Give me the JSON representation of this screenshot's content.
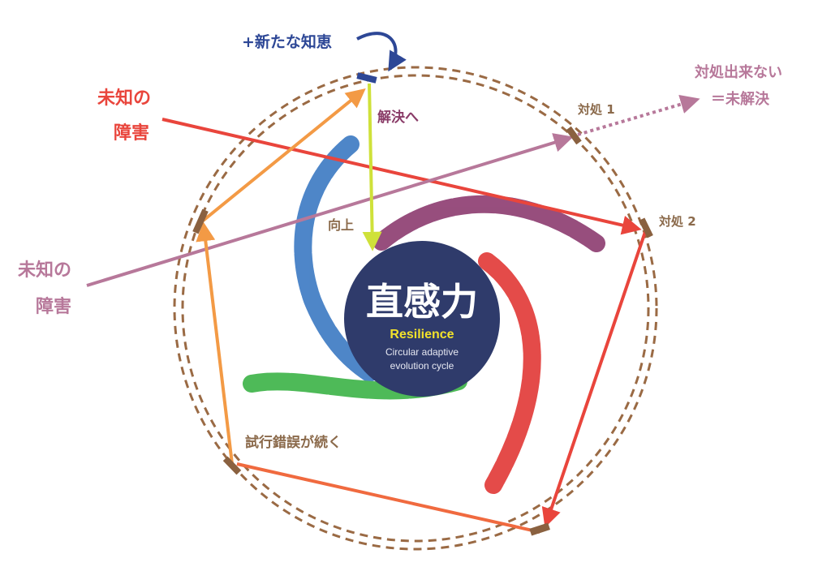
{
  "colors": {
    "ring": "#9a6a44",
    "center": "#2f3b6b",
    "center_text": "#ffffff",
    "resilience": "#f2e22b",
    "sub_text": "#e6e8f2",
    "red": "#e9453c",
    "pink": "#b7789a",
    "orange": "#f39a45",
    "lime": "#cfe13a",
    "navy": "#2d4796",
    "plum": "#8a3c68",
    "brown": "#8b6a4b",
    "blue_swirl": "#3f7cc4",
    "purple_swirl": "#8f3f73",
    "red_swirl": "#e23c3a",
    "green_swirl": "#3fb54a",
    "marker": "#8a6140"
  },
  "labels": {
    "new_knowledge": "+新たな知恵",
    "unknown_red_1": "未知の",
    "unknown_red_2": "障害",
    "unknown_pink_1": "未知の",
    "unknown_pink_2": "障害",
    "resolve": "解決へ",
    "improve": "向上",
    "cope1": "対処 1",
    "cope2": "対処 2",
    "cannot_1": "対処出来ない",
    "cannot_2": "＝未解決",
    "trial": "試行錯誤が続く"
  },
  "center": {
    "title": "直感力",
    "subtitle": "Resilience",
    "line1": "Circular adaptive",
    "line2": "evolution cycle"
  }
}
